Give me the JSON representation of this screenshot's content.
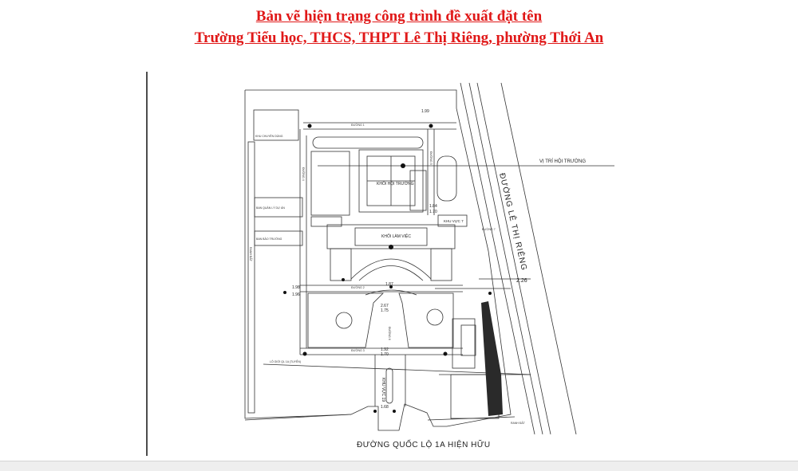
{
  "title": {
    "line1": "Bản vẽ hiện trạng công trình đề xuất đặt tên",
    "line2": "Trường Tiểu học, THCS, THPT Lê Thị Riêng, phường Thới An"
  },
  "plan": {
    "road_east": "ĐƯỜNG LÊ THỊ RIÊNG",
    "road_south": "ĐƯỜNG QUỐC LỘ 1A HIỆN HỮU",
    "hall_position": "VỊ TRÍ HỘI TRƯỜNG",
    "assembly_block": "KHỐI HỘI TRƯỜNG",
    "office_block": "KHỐI LÀM VIỆC",
    "zone7": "KHU VỰC 7",
    "zone19": "KHU VỰC 19",
    "dims": [
      "1.99",
      "1.84",
      "1.70",
      "2.67",
      "1.75",
      "1.92",
      "1.70",
      "1.68",
      "2.26",
      "1.87",
      "1.98",
      "1.96"
    ],
    "small_texts": [
      "ĐƯỜNG 1",
      "ĐƯỜNG 2",
      "ĐƯỜNG 3",
      "ĐƯỜNG 4",
      "ĐƯỜNG 5",
      "ĐƯỜNG 6",
      "RANH ĐẤT",
      "RANH ĐẤT",
      "KHU CHUYÊN DÙNG",
      "BAN QUẢN LÝ DỰ ÁN",
      "BAN BẢO TRƯỜNG",
      "LỘ GIỚI QL 1A (TUYẾN)",
      "ĐƯỜNG 7"
    ]
  }
}
